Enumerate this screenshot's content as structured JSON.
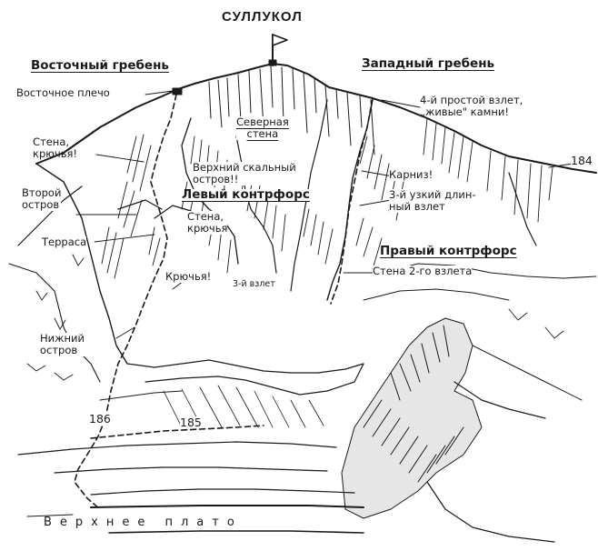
{
  "title": "СУЛЛУКОЛ",
  "labels": {
    "east_ridge": "Восточный гребень",
    "west_ridge": "Западный гребень",
    "east_shoulder": "Восточное плечо",
    "fourth_climb": "4-й простой взлет,\n„живые\" камни!",
    "north_wall": "Северная\nстена",
    "wall_hooks_top": "Стена,\nкрючья!",
    "upper_island": "Верхний скальный\nостров!!",
    "cornice": "Карниз!",
    "second_island": "Второй\nостров",
    "left_buttress": "Левый контрфорс",
    "narrow_climb": "3-й узкий длин-\nный взлет",
    "wall_hooks_mid": "Стена,\nкрючья",
    "terrace": "Терраса",
    "right_buttress": "Правый контрфорс",
    "hooks": "Крючья!",
    "third_climb": "3-й взлет",
    "second_climb_wall": "Стена 2-го взлета",
    "lower_island": "Нижний\nостров",
    "upper_plateau": "Верхнее плато"
  },
  "route_numbers": {
    "r184": "184",
    "r186": "186",
    "r185": "185"
  }
}
